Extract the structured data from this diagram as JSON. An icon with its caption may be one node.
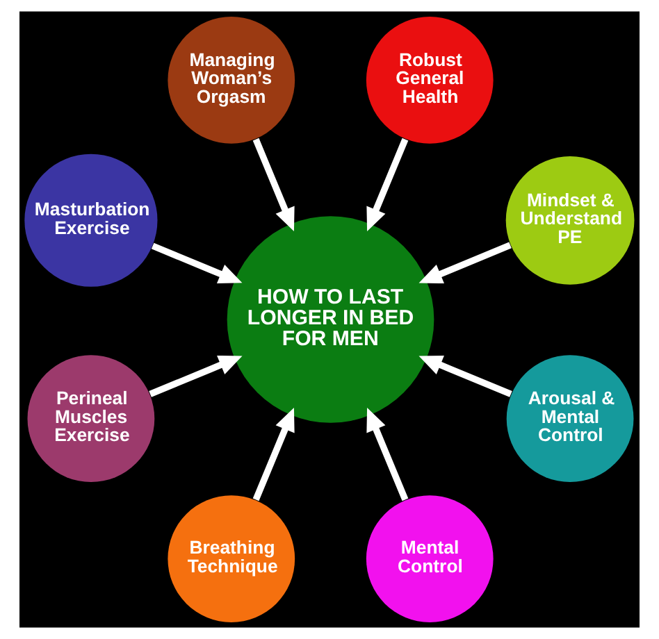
{
  "diagram": {
    "nodes": [
      {
        "text": [
          "HOW TO LAST LONGER IN BED FOR MEN"
        ]
      },
      {
        "text": [
          "Robust General Health"
        ]
      },
      {
        "text": [
          "Mindset & Understand PE"
        ]
      },
      {
        "text": [
          "Arousal & Mental Control"
        ]
      },
      {
        "text": [
          "Mental Control"
        ]
      },
      {
        "text": [
          "Breathing Technique"
        ]
      },
      {
        "text": [
          "Perineal Muscles Exercise"
        ]
      },
      {
        "text": [
          "Masturbation Exercise"
        ]
      },
      {
        "text": [
          "Managing Woman’s Orgasm"
        ]
      }
    ],
    "edges": [
      {
        "from": 1,
        "to": 0,
        "arrow": "to"
      },
      {
        "from": 2,
        "to": 0,
        "arrow": "to"
      },
      {
        "from": 3,
        "to": 0,
        "arrow": "to"
      },
      {
        "from": 4,
        "to": 0,
        "arrow": "to"
      },
      {
        "from": 5,
        "to": 0,
        "arrow": "to"
      },
      {
        "from": 6,
        "to": 0,
        "arrow": "to"
      },
      {
        "from": 7,
        "to": 0,
        "arrow": "to"
      },
      {
        "from": 8,
        "to": 0,
        "arrow": "to"
      }
    ]
  }
}
